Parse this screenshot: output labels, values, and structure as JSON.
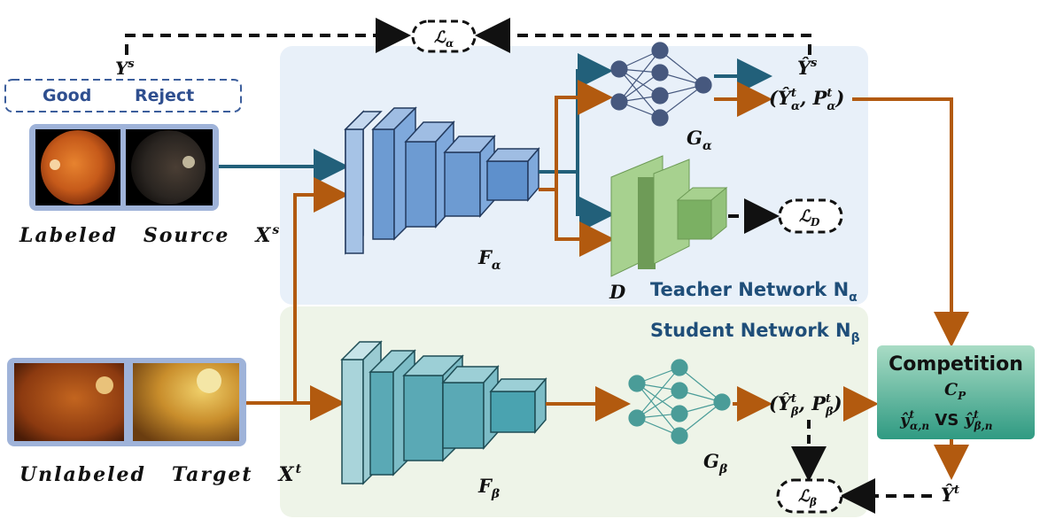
{
  "colors": {
    "teacher_panel": "#e8f0f9",
    "student_panel": "#eef4e8",
    "teacher_arrow": "#22607a",
    "brown_arrow": "#b25a0f",
    "fundus_frame": "#9fb3d9",
    "competition_top": "#2f9a82",
    "competition_bottom": "#a9dcc5",
    "label_box": "#3c5e9c",
    "network_node_teacher": "#46587e",
    "network_node_student": "#4a9c98",
    "discriminator": "#a7d18f"
  },
  "labels": {
    "ys": "Y",
    "ys_sup": "s",
    "good": "Good",
    "reject": "Reject",
    "labeled_source": "Labeled   Source   X",
    "labeled_source_sup": "s",
    "unlabeled_target": "Unlabeled   Target   X",
    "unlabeled_target_sup": "t",
    "f_alpha": "F",
    "f_alpha_sub": "α",
    "f_beta": "F",
    "f_beta_sub": "β",
    "g_alpha": "G",
    "g_alpha_sub": "α",
    "g_beta": "G",
    "g_beta_sub": "β",
    "d": "D",
    "loss_alpha": "ℒ",
    "loss_alpha_sub": "α",
    "loss_d": "ℒ",
    "loss_d_sub": "D",
    "loss_beta": "ℒ",
    "loss_beta_sub": "β",
    "yhat_s": "Ŷ",
    "yhat_s_sup": "s",
    "teacher_out": "(Ŷ",
    "teacher_out_sup1": "t",
    "teacher_out_sub1": "α",
    "teacher_out_mid": ", P",
    "teacher_out_sup2": "t",
    "teacher_out_sub2": "α",
    "teacher_out_end": ")",
    "student_out": "(Ŷ",
    "student_out_sup1": "t",
    "student_out_sub1": "β",
    "student_out_mid": ", P",
    "student_out_sup2": "t",
    "student_out_sub2": "β",
    "student_out_end": ")",
    "teacher_network": "Teacher Network N",
    "teacher_network_sub": "α",
    "student_network": "Student Network N",
    "student_network_sub": "β",
    "competition": "Competition",
    "cp": "C",
    "cp_sub": "P",
    "vs_left": "ŷ",
    "vs_left_sup": "t",
    "vs_left_sub": "α,n",
    "vs_mid": " VS ",
    "vs_right": "ŷ",
    "vs_right_sup": "t",
    "vs_right_sub": "β,n",
    "yhat_t": "Ŷ",
    "yhat_t_sup": "t"
  }
}
